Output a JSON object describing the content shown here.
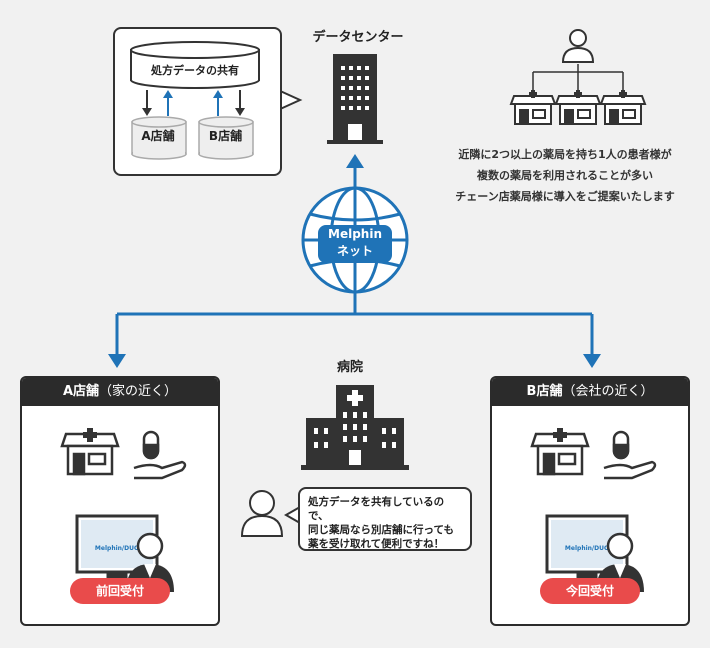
{
  "shared_rx": {
    "label": "処方データの共有",
    "store_a": "A店舗",
    "store_b": "B店舗"
  },
  "datacenter": {
    "title": "データセンター"
  },
  "network": {
    "line1": "Melphin",
    "line2": "ネット"
  },
  "description": [
    "近隣に2つ以上の薬局を持ち1人の患者様が",
    "複数の薬局を利用されることが多い",
    "チェーン店薬局様に導入をご提案いたします"
  ],
  "hospital": {
    "title": "病院"
  },
  "store_left": {
    "name": "A店舗",
    "note": "（家の近く）",
    "badge": "前回受付",
    "screen_logo": "Melphin/DUO"
  },
  "store_right": {
    "name": "B店舗",
    "note": "（会社の近く）",
    "badge": "今回受付",
    "screen_logo": "Melphin/DUO"
  },
  "patient_bubble": [
    "処方データを共有しているので、",
    "同じ薬局なら別店舗に行っても",
    "薬を受け取れて便利ですね！"
  ],
  "colors": {
    "accent_blue": "#1f73b7",
    "badge_red": "#e94b4b",
    "dark": "#2b2b2b",
    "background": "#f1f1f1"
  }
}
